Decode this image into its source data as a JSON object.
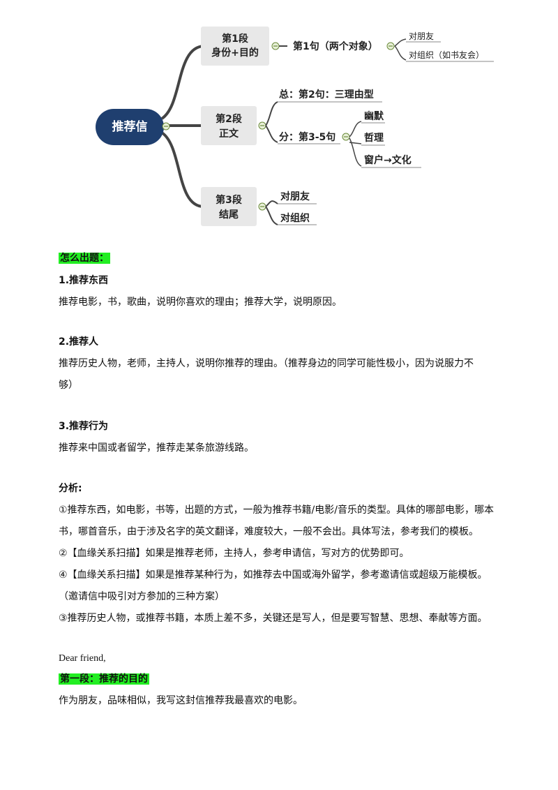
{
  "mindmap": {
    "root": "推荐信",
    "p1": {
      "line1": "第1段",
      "line2": "身份+目的",
      "sentence": "第1句（两个对象）",
      "targets": [
        "对朋友",
        "对组织（如书友会）"
      ]
    },
    "p2": {
      "line1": "第2段",
      "line2": "正文",
      "summary": "总：第2句：三理由型",
      "detail": "分：第3-5句",
      "reasons": [
        "幽默",
        "哲理",
        "窗户→文化"
      ]
    },
    "p3": {
      "line1": "第3段",
      "line2": "结尾",
      "targets": [
        "对朋友",
        "对组织"
      ]
    }
  },
  "doc": {
    "howto_heading": "怎么出题：",
    "s1_title": "1.推荐东西",
    "s1_text": "推荐电影，书，歌曲，说明你喜欢的理由；推荐大学，说明原因。",
    "s2_title": "2.推荐人",
    "s2_text_line1": "推荐历史人物，老师，主持人，说明你推荐的理由。（推荐身边的同学可能性极小，因为说服力不",
    "s2_text_line2": "够）",
    "s3_title": "3.推荐行为",
    "s3_text": "推荐来中国或者留学，推荐走某条旅游线路。",
    "analysis_heading": "分析:",
    "a1_line1": "①推荐东西，如电影，书等，出题的方式，一般为推荐书籍/电影/音乐的类型。具体的哪部电影，哪本",
    "a1_line2": "书，哪首音乐，由于涉及名字的英文翻译，难度较大，一般不会出。具体写法，参考我们的模板。",
    "a2": "②【血缘关系扫描】如果是推荐老师，主持人，参考申请信，写对方的优势即可。",
    "a4": "④【血缘关系扫描】如果是推荐某种行为，如推荐去中国或海外留学，参考邀请信或超级万能模板。",
    "a4_note": "（邀请信中吸引对方参加的三种方案）",
    "a3": "③推荐历史人物，或推荐书籍，本质上差不多，关键还是写人，但是要写智慧、思想、奉献等方面。",
    "greeting": "Dear friend,",
    "para1_heading": "第一段：推荐的目的",
    "para1_text": "作为朋友，品味相似，我写这封信推荐我最喜欢的电影。"
  },
  "colors": {
    "highlight": "#22ee22",
    "root_fill": "#1f3f6f",
    "box_fill": "#e8e8e8",
    "branch": "#444444"
  }
}
